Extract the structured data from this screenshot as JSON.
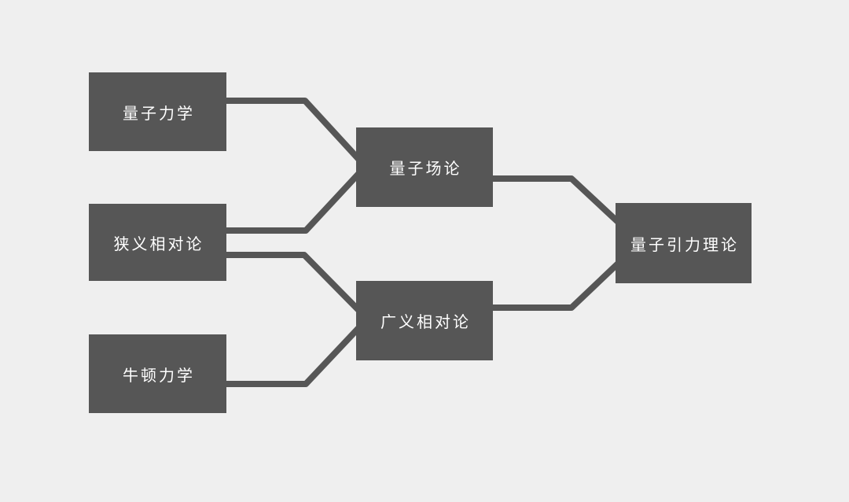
{
  "diagram": {
    "title": "physics-theories-relationship-diagram",
    "colors": {
      "background": "#efefef",
      "node_fill": "#565656",
      "node_text": "#ffffff",
      "connector": "#565656"
    },
    "nodes": [
      {
        "id": "quantum-mechanics",
        "label": "量子力学"
      },
      {
        "id": "special-relativity",
        "label": "狭义相对论"
      },
      {
        "id": "newtonian-mechanics",
        "label": "牛顿力学"
      },
      {
        "id": "quantum-field-theory",
        "label": "量子场论"
      },
      {
        "id": "general-relativity",
        "label": "广义相对论"
      },
      {
        "id": "quantum-gravity-theory",
        "label": "量子引力理论"
      }
    ],
    "edges": [
      {
        "from": "量子力学",
        "to": "量子场论"
      },
      {
        "from": "狭义相对论",
        "to": "量子场论"
      },
      {
        "from": "狭义相对论",
        "to": "广义相对论"
      },
      {
        "from": "牛顿力学",
        "to": "广义相对论"
      },
      {
        "from": "量子场论",
        "to": "量子引力理论"
      },
      {
        "from": "广义相对论",
        "to": "量子引力理论"
      }
    ]
  }
}
